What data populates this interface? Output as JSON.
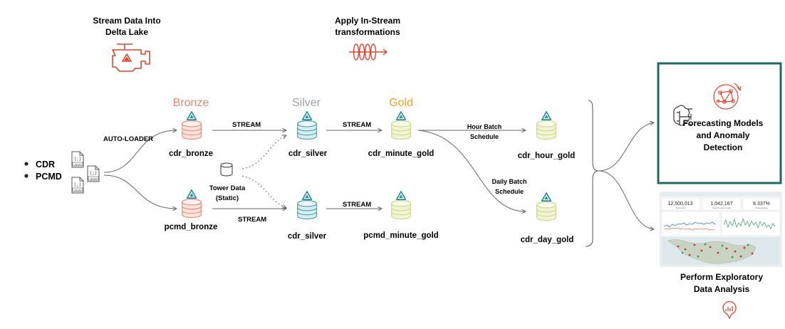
{
  "header": {
    "stream_title": [
      "Stream Data Into",
      "Delta Lake"
    ],
    "transform_title": [
      "Apply In-Stream",
      "transformations"
    ]
  },
  "sources": {
    "items": [
      "CDR",
      "PCMD"
    ],
    "file_label": "JSON"
  },
  "tiers": {
    "bronze": "Bronze",
    "silver": "Silver",
    "gold": "Gold"
  },
  "edges": {
    "auto_loader": "AUTO-LOADER",
    "stream_1": "STREAM",
    "stream_2": "STREAM",
    "stream_3": "STREAM",
    "stream_4": "STREAM",
    "hour_batch": [
      "Hour Batch",
      "Schedule"
    ],
    "daily_batch": [
      "Daily Batch",
      "Schedule"
    ]
  },
  "tower": [
    "Tower Data",
    "(Static)"
  ],
  "tables": {
    "cdr_bronze": "cdr_bronze",
    "pcmd_bronze": "pcmd_bronze",
    "cdr_silver_top": "cdr_silver",
    "cdr_silver_bottom": "cdr_silver",
    "cdr_minute_gold": "cdr_minute_gold",
    "pcmd_minute_gold": "pcmd_minute_gold",
    "cdr_hour_gold": "cdr_hour_gold",
    "cdr_day_gold": "cdr_day_gold"
  },
  "outputs": {
    "forecast": [
      "Forecasting Models",
      "and Anomaly",
      "Detection"
    ],
    "eda": [
      "Perform Exploratory",
      "Data Analysis"
    ]
  },
  "dashboard": {
    "kpis": [
      {
        "value": "12,500,013",
        "label": "Total Calls"
      },
      {
        "value": "1,042,167",
        "label": "Total Dropped Calls"
      },
      {
        "value": "8.337%",
        "label": "Dropped Rate"
      }
    ]
  },
  "colors": {
    "bronze": "#e08a74",
    "silver": "#9aa0a6",
    "gold": "#f0a225",
    "db_bronze": "#e8826d",
    "db_silver": "#3d98a8",
    "db_gold": "#c9d67a",
    "delta": "#2a8fa3",
    "accent_red": "#e2452f",
    "box_border": "#1e6b63",
    "line": "#666666"
  }
}
